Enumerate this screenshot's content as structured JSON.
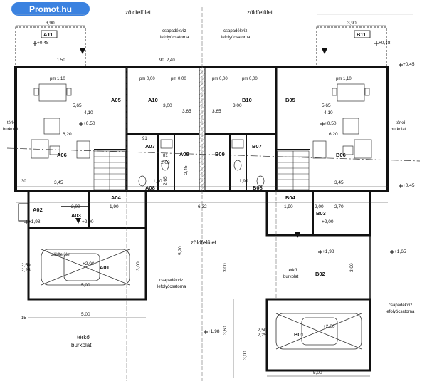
{
  "brand": {
    "name": "Promot",
    "suffix": ".hu"
  },
  "labels": {
    "zoldfelulet": "zöldfelület",
    "csapadek_line1": "csapadékvíz",
    "csapadek_line2": "lefolyócsatorna",
    "terko": "térkő",
    "burkolat": "burkolat",
    "tk_line1": "térkő",
    "tk_line2": "burkolat"
  },
  "rooms": {
    "A11": "A11",
    "B11": "B11",
    "A05": "A05",
    "A10": "A10",
    "B10": "B10",
    "B05": "B05",
    "A06": "A06",
    "B06": "B06",
    "A07": "A07",
    "A09": "A09",
    "B09": "B09",
    "B07": "B07",
    "A08": "A08",
    "B08": "B08",
    "A04": "A04",
    "B04": "B04",
    "A02": "A02",
    "A03": "A03",
    "B03": "B03",
    "A01": "A01",
    "B01": "B01",
    "B02": "B02"
  },
  "levels": {
    "p048_left": "+0,48",
    "p048_right": "+0,48",
    "p045_right_top": "+0,45",
    "p050_left": "+0,50",
    "p050_right": "+0,50",
    "p045_right_mid": "+0,45",
    "p198_left": "+1,98",
    "p200_a03": "+2,00",
    "p200_b03": "+2,00",
    "p198_mid": "+1,98",
    "p165": "+1,65",
    "p200_a01": "+2,00",
    "p198_bottom": "+1,98",
    "p200_b01": "+2,00",
    "pm000_1": "pm 0,00",
    "pm000_2": "pm 0,00",
    "pm000_3": "pm 0,00",
    "pm000_4": "pm 0,00",
    "pm110_left": "pm 1,10",
    "pm110_right": "pm 1,10"
  },
  "dims": {
    "d390_left": "3,90",
    "d390_right": "3,90",
    "d565_left": "5,65",
    "d565_right": "5,65",
    "d410_left": "4,10",
    "d410_right": "4,10",
    "d620_left": "6,20",
    "d620_right": "6,20",
    "d300_a10": "3,00",
    "d300_b10": "3,00",
    "d365_a": "3,65",
    "d365_b": "3,65",
    "d345_left": "3,45",
    "d345_right": "3,45",
    "d190_a08": "1,90",
    "d190_b08": "1,90",
    "d190_left": "1,90",
    "d190_right": "1,90",
    "d632": "6,32",
    "d270": "2,70",
    "d200_a03": "2,00",
    "d200_b03": "2,00",
    "d500_a01": "5,00",
    "d500_a01_bottom": "5,00",
    "d500_b01": "5,00",
    "d300_garage_a": "3,00",
    "d300_garage_b": "3,00",
    "d520": "5,20",
    "d300_mid": "3,00",
    "d360": "3,60",
    "d300_lower": "3,00",
    "d250_a": "2,50",
    "d225_a": "2,25",
    "d250_b": "2,50",
    "d225_b": "2,25",
    "d15": "15",
    "d30": "30",
    "d265": "2,65",
    "d245": "2,45",
    "d208": "2,08",
    "d91": "91",
    "d81": "81",
    "d150": "1,50",
    "d240": "2,40",
    "d90": "90"
  }
}
